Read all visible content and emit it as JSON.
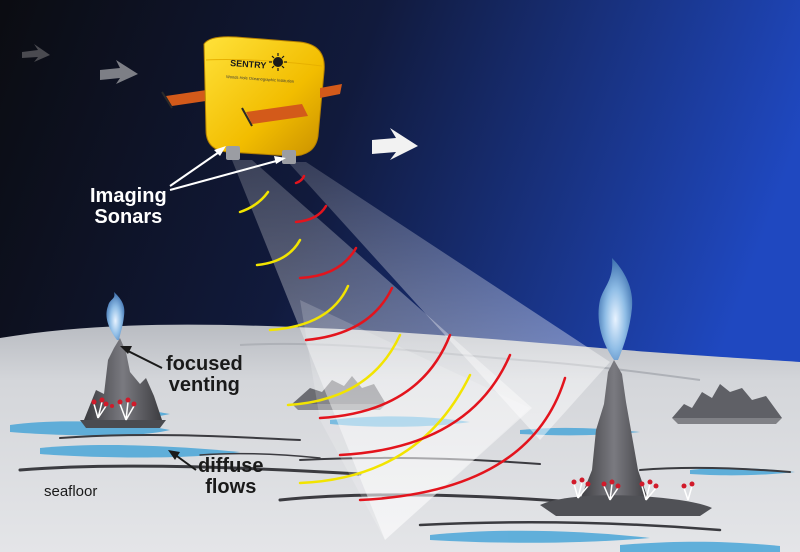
{
  "vehicle": {
    "name": "SENTRY",
    "subtitle": "Woods Hole Oceanographic Institution"
  },
  "labels": {
    "imaging_sonars": [
      "Imaging",
      "Sonars"
    ],
    "focused_venting": [
      "focused",
      "venting"
    ],
    "diffuse_flows": [
      "diffuse",
      "flows"
    ],
    "seafloor": "seafloor"
  },
  "colors": {
    "water_top": "#0a0c14",
    "water_right": "#1e44b8",
    "vehicle_body": "#f5c400",
    "vehicle_fins": "#d35a1a",
    "sonar_yellow": "#f2e400",
    "sonar_red": "#e3141d",
    "seafloor": "#d2d4d8",
    "fluid_flow": "#4aa6d8"
  }
}
